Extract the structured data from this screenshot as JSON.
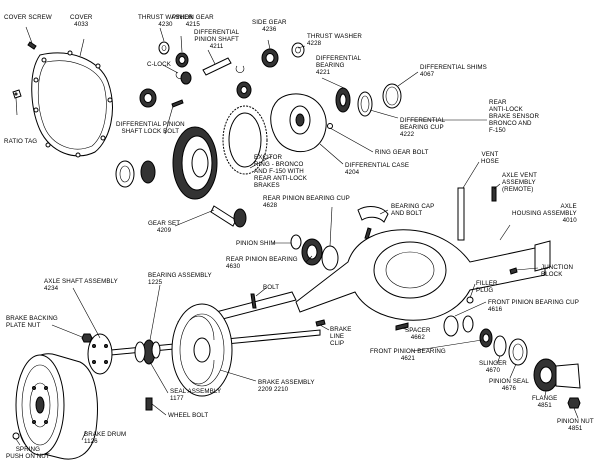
{
  "labels": {
    "cover_screw": "COVER SCREW",
    "cover": "COVER\n4033",
    "ratio_tag": "RATIO TAG",
    "thrust_washer_left": "THRUST WASHER\n4230",
    "pinion_gear": "PINION GEAR\n4215",
    "diff_pinion_shaft": "DIFFERENTIAL\nPINION SHAFT\n4211",
    "c_lock": "C-LOCK",
    "side_gear": "SIDE GEAR\n4236",
    "thrust_washer_right": "THRUST WASHER\n4228",
    "diff_bearing": "DIFFERENTIAL\nBEARING\n4221",
    "diff_shims": "DIFFERENTIAL SHIMS\n4067",
    "diff_pinion_shaft_lock_bolt": "DIFFERENTIAL PINION\nSHAFT LOCK BOLT",
    "diff_bearing_cup": "DIFFERENTIAL\nBEARING CUP\n4222",
    "rear_antilock_sensor": "REAR\nANTI-LOCK\nBRAKE SENSOR\nBRONCO AND\nF-150",
    "ring_gear_bolt": "RING GEAR BOLT",
    "exciter_ring": "EXCITOR\nRING - BRONCO\nAND F-150 WITH\nREAR ANTI-LOCK\nBRAKES",
    "diff_case": "DIFFERENTIAL CASE\n4204",
    "vent_hose": "VENT\nHOSE",
    "axle_vent_assembly": "AXLE VENT\nASSEMBLY\n(REMOTE)",
    "rear_pinion_bearing_cup": "REAR PINION BEARING CUP\n4628",
    "bearing_cap_and_bolt": "BEARING CAP\nAND BOLT",
    "axle_housing_assembly": "AXLE\nHOUSING ASSEMBLY\n4010",
    "gear_set": "GEAR SET\n4209",
    "pinion_shim": "PINION SHIM",
    "rear_pinion_bearing": "REAR PINION BEARING\n4630",
    "junction_block": "JUNCTION\nBLOCK",
    "axle_shaft_assembly": "AXLE SHAFT ASSEMBLY\n4234",
    "bearing_assembly": "BEARING ASSEMBLY\n1225",
    "bolt": "BOLT",
    "filler_plug": "FILLER\nPLUG",
    "front_pinion_bearing_cup": "FRONT PINION BEARING CUP\n4616",
    "brake_backing_plate_nut": "BRAKE BACKING\nPLATE NUT",
    "brake_line_clip": "BRAKE\nLINE\nCLIP",
    "spacer": "SPACER\n4662",
    "front_pinion_bearing": "FRONT PINION BEARING\n4621",
    "slinger": "SLINGER\n4670",
    "pinion_seal": "PINION SEAL\n4676",
    "flange": "FLANGE\n4851",
    "pinion_nut": "PINION NUT\n4851",
    "seal_assembly": "SEAL ASSEMBLY\n1177",
    "brake_assembly": "BRAKE ASSEMBLY\n2209 2210",
    "wheel_bolt": "WHEEL BOLT",
    "brake_drum": "BRAKE DRUM\n1126",
    "spring_push_on_nut": "SPRING\nPUSH ON NUT"
  }
}
